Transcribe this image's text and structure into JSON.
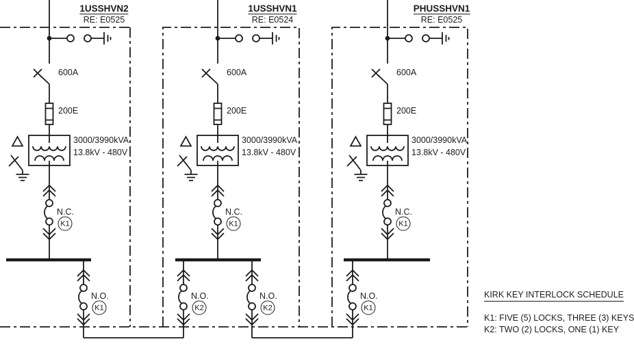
{
  "drawing": {
    "kind": "one-line electrical diagram",
    "colors": {
      "line": "#1b1b1b",
      "background": "#ffffff"
    }
  },
  "feeders": [
    {
      "title": "1USSHVN2",
      "reference": "RE: E0525",
      "disconnect_rating": "600A",
      "fuse_rating": "200E",
      "transformer": {
        "rating": "3000/3990kVA",
        "voltage": "13.8kV - 480V"
      },
      "main_breaker": {
        "state": "N.C.",
        "key": "K1"
      },
      "tie_breakers": [
        {
          "state": "N.O.",
          "key": "K1"
        }
      ]
    },
    {
      "title": "1USSHVN1",
      "reference": "RE: E0524",
      "disconnect_rating": "600A",
      "fuse_rating": "200E",
      "transformer": {
        "rating": "3000/3990kVA",
        "voltage": "13.8kV - 480V"
      },
      "main_breaker": {
        "state": "N.C.",
        "key": "K1"
      },
      "tie_breakers": [
        {
          "state": "N.O.",
          "key": "K2"
        },
        {
          "state": "N.O.",
          "key": "K2"
        }
      ]
    },
    {
      "title": "PHUSSHVN1",
      "reference": "RE: E0525",
      "disconnect_rating": "600A",
      "fuse_rating": "200E",
      "transformer": {
        "rating": "3000/3990kVA",
        "voltage": "13.8kV - 480V"
      },
      "main_breaker": {
        "state": "N.C.",
        "key": "K1"
      },
      "tie_breakers": [
        {
          "state": "N.O.",
          "key": "K1"
        }
      ]
    }
  ],
  "schedule": {
    "title": "KIRK KEY INTERLOCK SCHEDULE",
    "entries": [
      "K1: FIVE (5) LOCKS, THREE (3) KEYS",
      "K2: TWO (2) LOCKS, ONE (1) KEY"
    ]
  }
}
